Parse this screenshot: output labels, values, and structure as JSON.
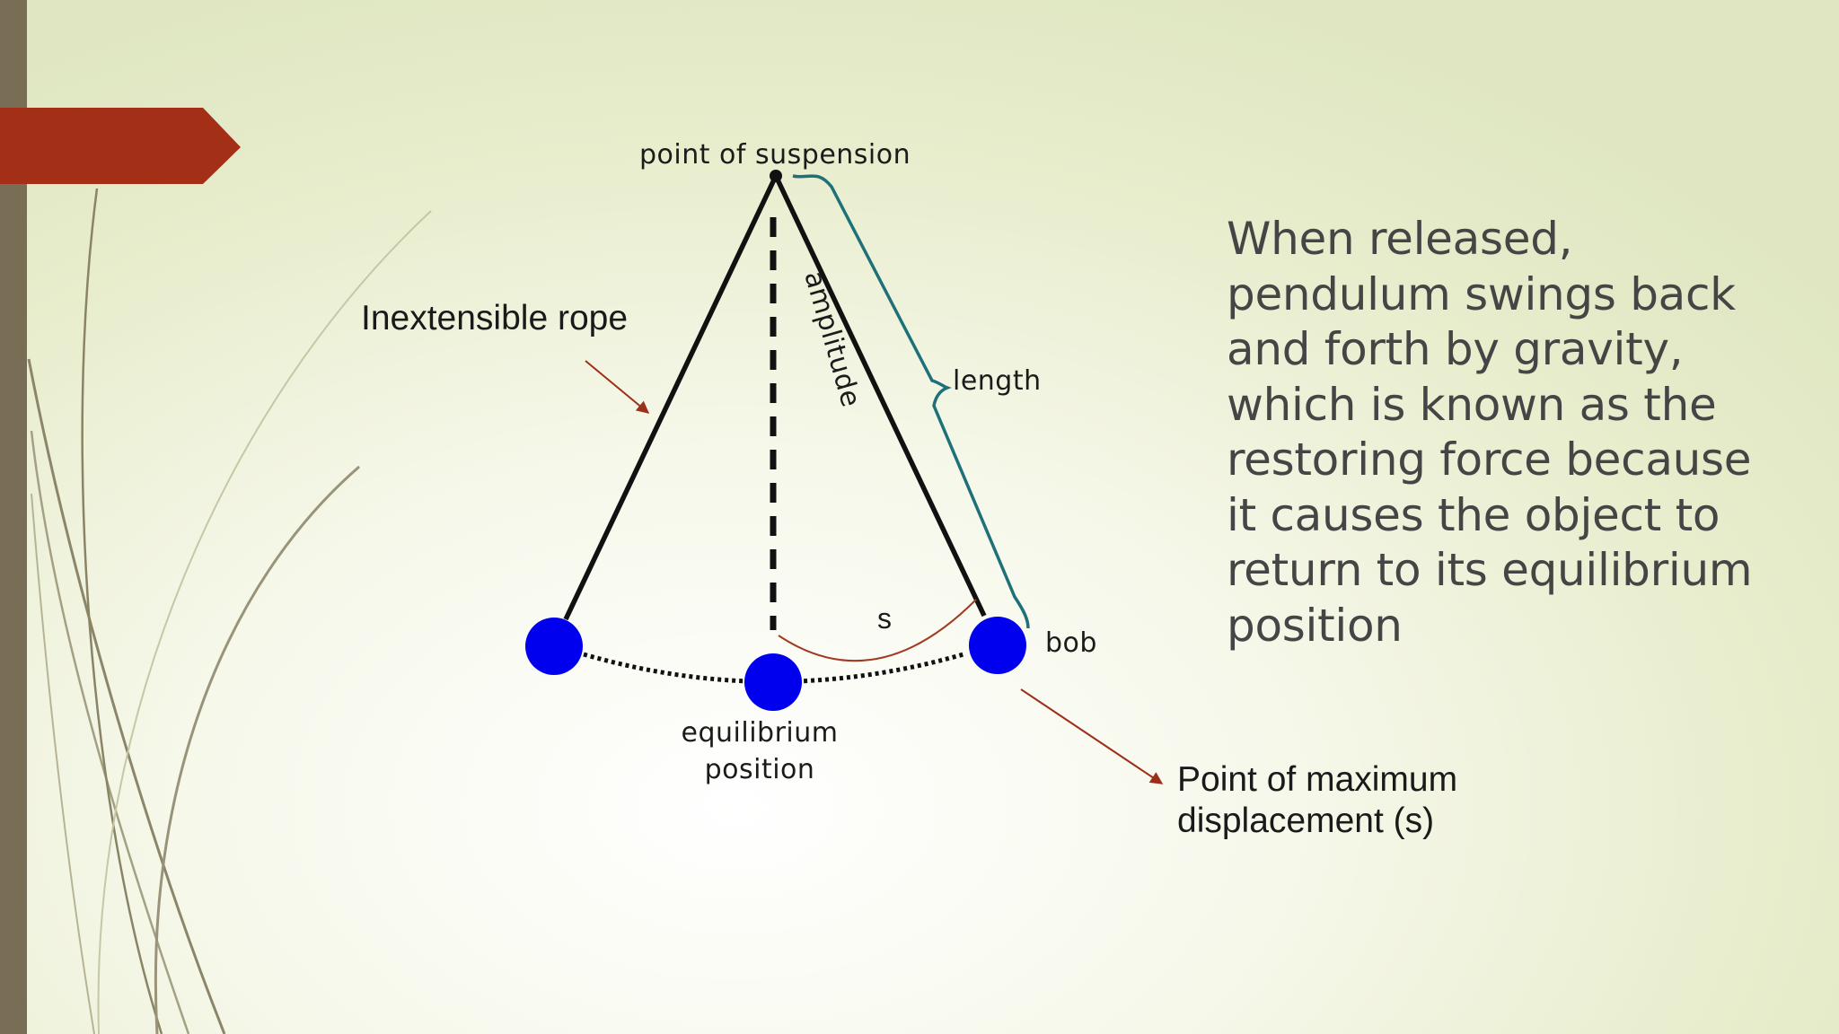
{
  "diagram": {
    "labels": {
      "suspension": "point of suspension",
      "amplitude": "amplitude",
      "length": "length",
      "bob": "bob",
      "equilibrium_line1": "equilibrium",
      "equilibrium_line2": "position",
      "arc": "s"
    }
  },
  "callouts": {
    "rope": "Inextensible rope",
    "max_displacement_line1": "Point of maximum",
    "max_displacement_line2": "displacement (s)"
  },
  "body": {
    "lines": [
      "When released,",
      "pendulum swings back",
      "and forth by gravity,",
      "which is known as the",
      "restoring force because",
      "it causes the object to",
      "return to its equilibrium",
      "position"
    ]
  },
  "colors": {
    "accent_tab": "#a33016",
    "left_bar": "#7a6d56",
    "bob": "#0000ee",
    "brace": "#1f7078",
    "arrow": "#9c2f1a"
  }
}
